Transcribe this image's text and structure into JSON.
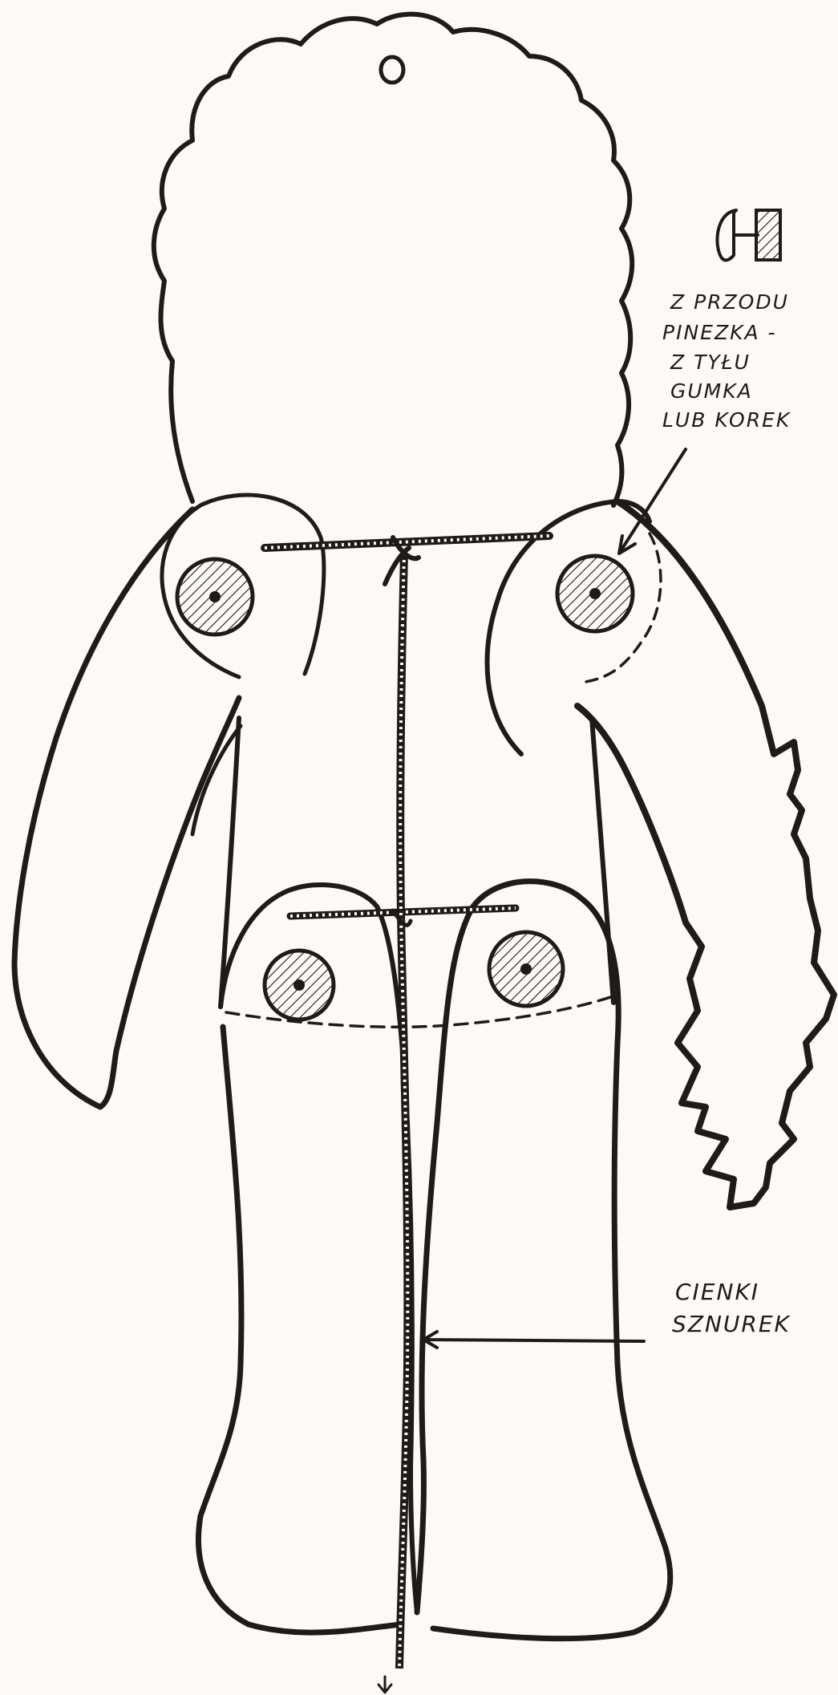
{
  "background_color": "#fbfaf6",
  "ink_color": "#1e1b18",
  "labels": {
    "fastener_line1": "Z PRZODU",
    "fastener_line2": "PINEZKA -",
    "fastener_line3": "Z TYŁU",
    "fastener_line4": "GUMKA",
    "fastener_line5": "LUB KOREK",
    "string_line1": "CIENKI",
    "string_line2": "SZNUREK"
  }
}
